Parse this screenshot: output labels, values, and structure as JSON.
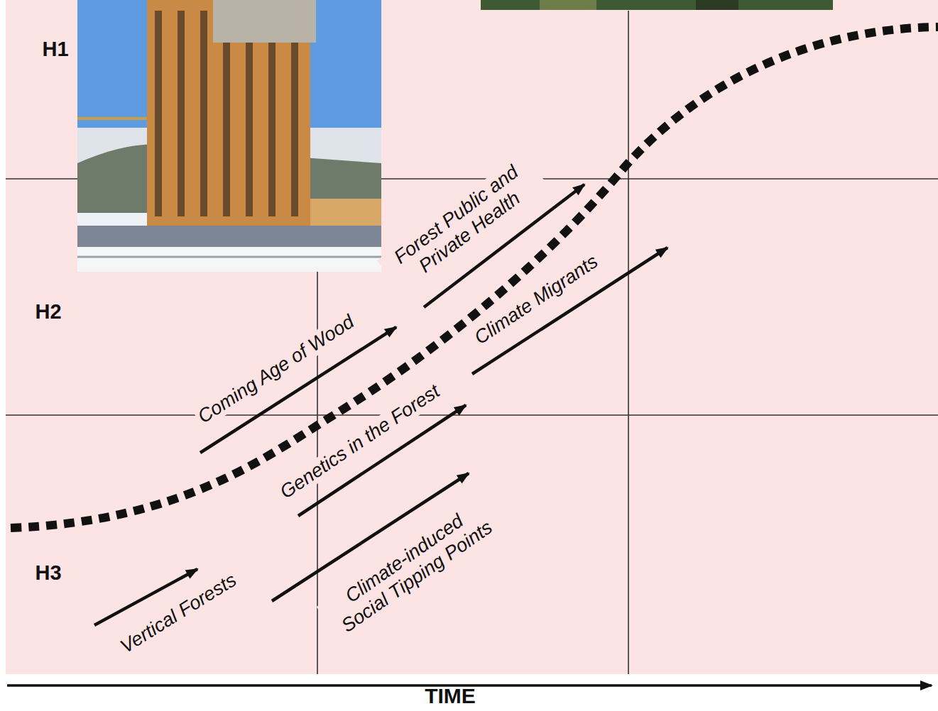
{
  "diagram": {
    "labels": [
      "H1",
      "H2",
      "H3",
      "Coming Age of Wood",
      "Forest Public and Private Health",
      "Genetics in the Forest",
      "Climate Migrants",
      "Vertical Forests",
      "Climate-induced Social Tipping Points",
      "TIME"
    ]
  }
}
